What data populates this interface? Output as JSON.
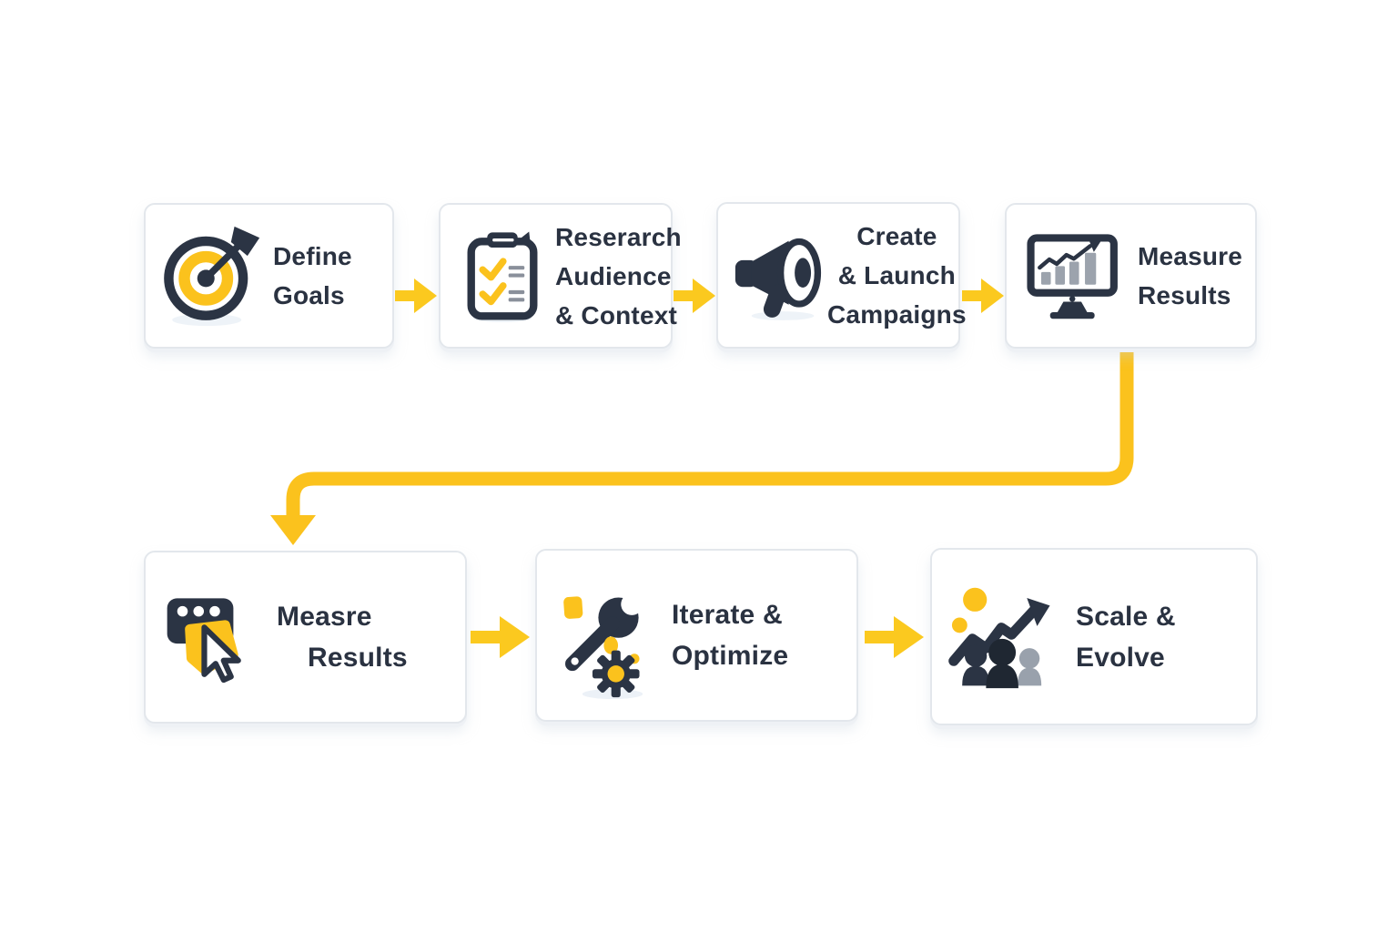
{
  "diagram": {
    "title": "marketing-process-flowchart",
    "palette": {
      "accent_yellow": "#FBC21D",
      "dark_navy": "#2B3444",
      "muted_gray": "#99A1AC",
      "box_border": "#E3E7EC",
      "text_color": "#2A3241",
      "page_background": "#FFFFFF"
    },
    "row1": [
      {
        "name": "define-goals",
        "icon": "target-dart-icon",
        "lines": [
          "Define",
          "Goals"
        ]
      },
      {
        "name": "research-audience-context",
        "icon": "clipboard-checklist-icon",
        "lines": [
          "Reserarch",
          "Audience",
          "& Context"
        ]
      },
      {
        "name": "create-launch-campaigns",
        "icon": "megaphone-icon",
        "lines": [
          "Create",
          "& Launch",
          "Campaigns"
        ]
      },
      {
        "name": "measure-results",
        "icon": "monitor-chart-icon",
        "lines": [
          "Measure",
          "Results"
        ]
      }
    ],
    "row2": [
      {
        "name": "measre-results",
        "icon": "cursor-click-icon",
        "lines": [
          "Measre",
          "Results"
        ]
      },
      {
        "name": "iterate-optimize",
        "icon": "wrench-gear-icon",
        "lines": [
          "Iterate &",
          "Optimize"
        ]
      },
      {
        "name": "scale-evolve",
        "icon": "people-growth-arrow-icon",
        "lines": [
          "Scale &",
          "Evolve"
        ]
      }
    ],
    "connectors": {
      "row1_arrows": 3,
      "row2_arrows": 2,
      "elbow": "from measure-results bottom, left across, down into measre-results"
    }
  }
}
